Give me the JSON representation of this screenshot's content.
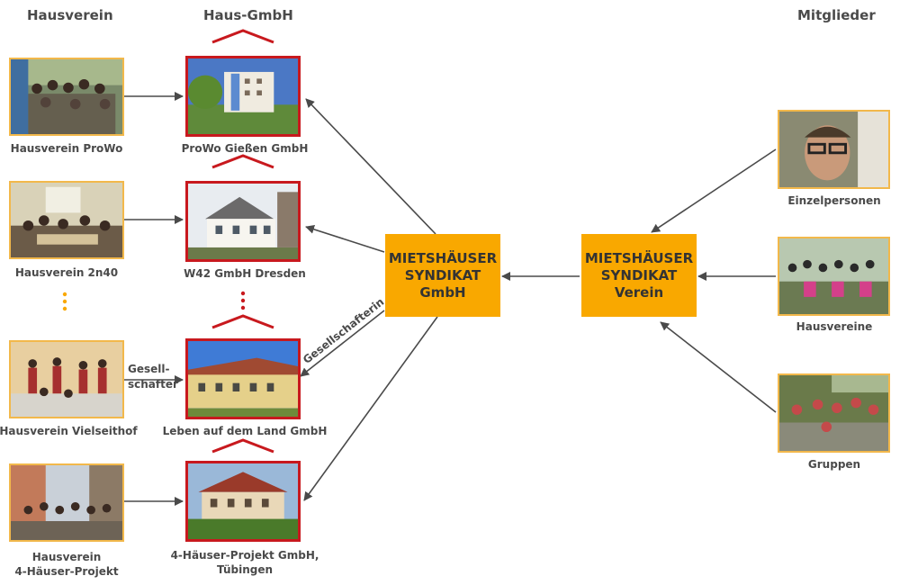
{
  "columns": {
    "hausverein": "Hausverein",
    "haus_gmbh": "Haus-GmbH",
    "mitglieder": "Mitglieder"
  },
  "hausvereine": [
    {
      "label": "Hausverein ProWo"
    },
    {
      "label": "Hausverein 2n40"
    },
    {
      "label": "Hausverein Vielseithof"
    },
    {
      "label_line1": "Hausverein",
      "label_line2": "4-Häuser-Projekt"
    }
  ],
  "gmbhs": [
    {
      "label": "ProWo Gießen GmbH"
    },
    {
      "label": "W42 GmbH Dresden"
    },
    {
      "label": "Leben auf dem Land GmbH"
    },
    {
      "label_line1": "4-Häuser-Projekt GmbH,",
      "label_line2": "Tübingen"
    }
  ],
  "syndikat_gmbh": {
    "line1": "MIETSHÄUSER",
    "line2": "SYNDIKAT",
    "line3": "GmbH"
  },
  "syndikat_verein": {
    "line1": "MIETSHÄUSER",
    "line2": "SYNDIKAT",
    "line3": "Verein"
  },
  "mitglieder": [
    {
      "label": "Einzelpersonen"
    },
    {
      "label": "Hausvereine"
    },
    {
      "label": "Gruppen"
    }
  ],
  "annotations": {
    "gesellschafter_line1": "Gesell-",
    "gesellschafter_line2": "schafter",
    "gesellschafterin": "Gesellschafterin"
  },
  "colors": {
    "orange": "#f9a800",
    "house_red": "#c8191e",
    "photo_border": "#f2b84b",
    "arrow": "#4a4a4a"
  }
}
